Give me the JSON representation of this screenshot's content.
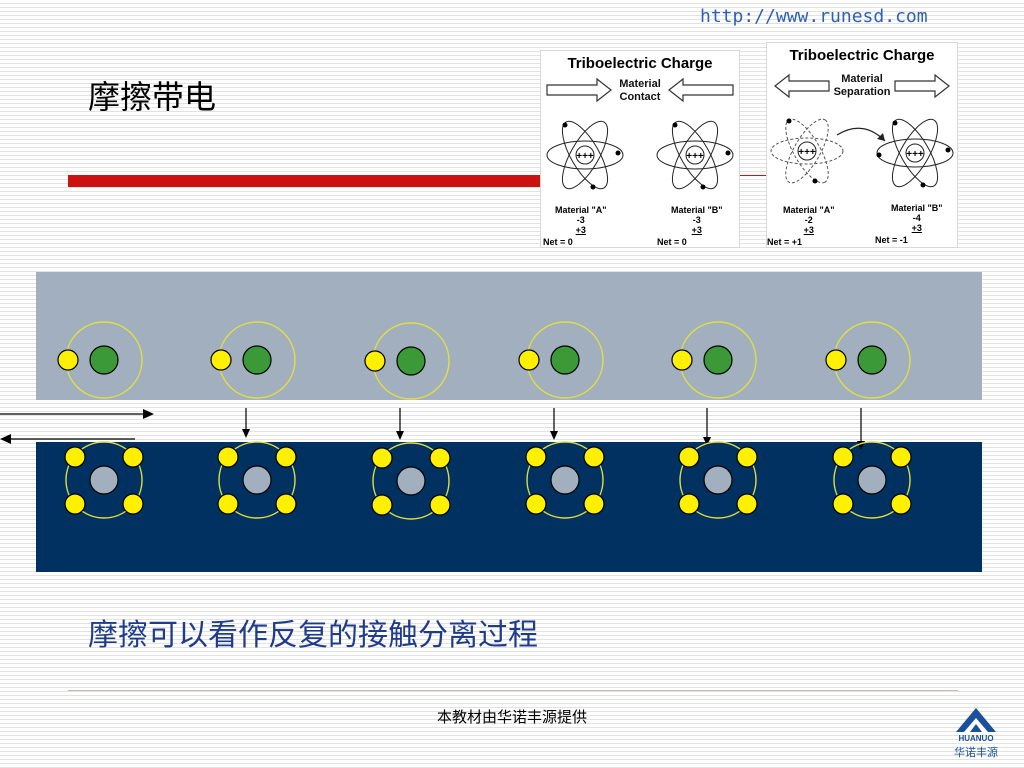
{
  "header": {
    "url": "http://www.runesd.com"
  },
  "slide": {
    "title": "摩擦带电",
    "caption": "摩擦可以看作反复的接触分离过程"
  },
  "diagram_contact": {
    "title": "Triboelectric Charge",
    "subtitle_line1": "Material",
    "subtitle_line2": "Contact",
    "material_a": {
      "label": "Material \"A\"",
      "minus": "-3",
      "plus": "+3",
      "net": "Net = 0"
    },
    "material_b": {
      "label": "Material \"B\"",
      "minus": "-3",
      "plus": "+3",
      "net": "Net = 0"
    }
  },
  "diagram_separation": {
    "title": "Triboelectric Charge",
    "subtitle_line1": "Material",
    "subtitle_line2": "Separation",
    "material_a": {
      "label": "Material \"A\"",
      "minus": "-2",
      "plus": "+3",
      "net": "Net = +1"
    },
    "material_b": {
      "label": "Material \"B\"",
      "minus": "-4",
      "plus": "+3",
      "net": "Net = -1"
    }
  },
  "colors": {
    "upper_material": "#a2afbf",
    "lower_material": "#003161",
    "electron": "#ffef00",
    "upper_nucleus": "#3b9a37",
    "lower_nucleus": "#a2afbf",
    "orbit": "#e0e040",
    "title_bar": "#cc1111",
    "caption": "#1f3c8c"
  },
  "footer": {
    "text": "本教材由华诺丰源提供",
    "logo_name": "HUANUO",
    "logo_cn": "华诺丰源"
  }
}
